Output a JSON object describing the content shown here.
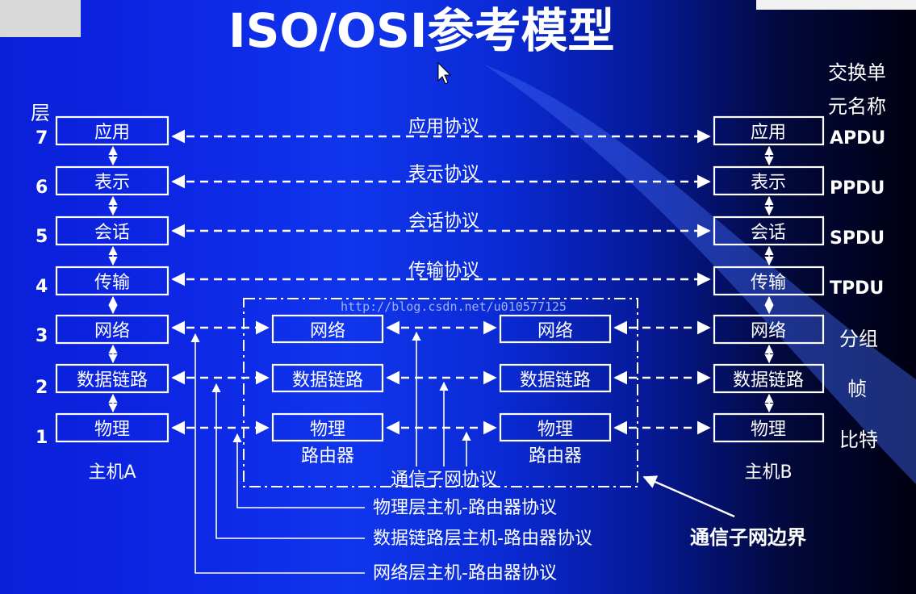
{
  "title": "ISO/OSI参考模型",
  "unit_header": [
    "交换单",
    "元名称"
  ],
  "layer_header": "层",
  "layers": [
    {
      "num": "7",
      "name": "应用",
      "protocol": "应用协议",
      "unit": "APDU"
    },
    {
      "num": "6",
      "name": "表示",
      "protocol": "表示协议",
      "unit": "PPDU"
    },
    {
      "num": "5",
      "name": "会话",
      "protocol": "会话协议",
      "unit": "SPDU"
    },
    {
      "num": "4",
      "name": "传输",
      "protocol": "传输协议",
      "unit": "TPDU"
    },
    {
      "num": "3",
      "name": "网络",
      "protocol": "",
      "unit": "分组"
    },
    {
      "num": "2",
      "name": "数据链路",
      "protocol": "",
      "unit": "帧"
    },
    {
      "num": "1",
      "name": "物理",
      "protocol": "",
      "unit": "比特"
    }
  ],
  "host_a": "主机A",
  "host_b": "主机B",
  "router_label": "路由器",
  "subnet_protocol": "通信子网协议",
  "host_router_protocols": [
    "物理层主机-路由器协议",
    "数据链路层主机-路由器协议",
    "网络层主机-路由器协议"
  ],
  "subnet_boundary": "通信子网边界",
  "watermark": "http://blog.csdn.net/u010577125",
  "colors": {
    "background_left": "#0d28e6",
    "background_right": "#000010",
    "lines": "#ffffff"
  }
}
